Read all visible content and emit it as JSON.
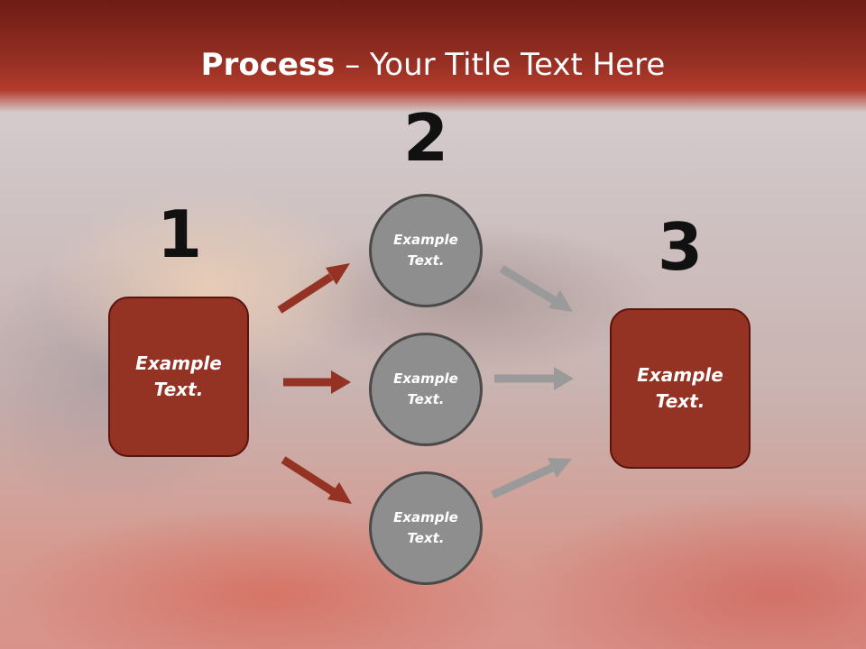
{
  "title": {
    "bold": "Process",
    "dash": " – ",
    "rest": "Your Title Text Here"
  },
  "steps": [
    {
      "number": "1",
      "text": "Example\nText."
    },
    {
      "number": "2",
      "text": "Example\nText."
    },
    {
      "number": "3",
      "text": "Example\nText."
    }
  ],
  "circles": [
    {
      "text": "Example\nText."
    },
    {
      "text": "Example\nText."
    },
    {
      "text": "Example\nText."
    }
  ],
  "colors": {
    "box_fill": "#943224",
    "box_border": "#5a130d",
    "circle_fill": "#8e8e8e",
    "red_arrow": "#943224",
    "gray_arrow": "#9a9a9a",
    "title_bar": "#962f23"
  }
}
